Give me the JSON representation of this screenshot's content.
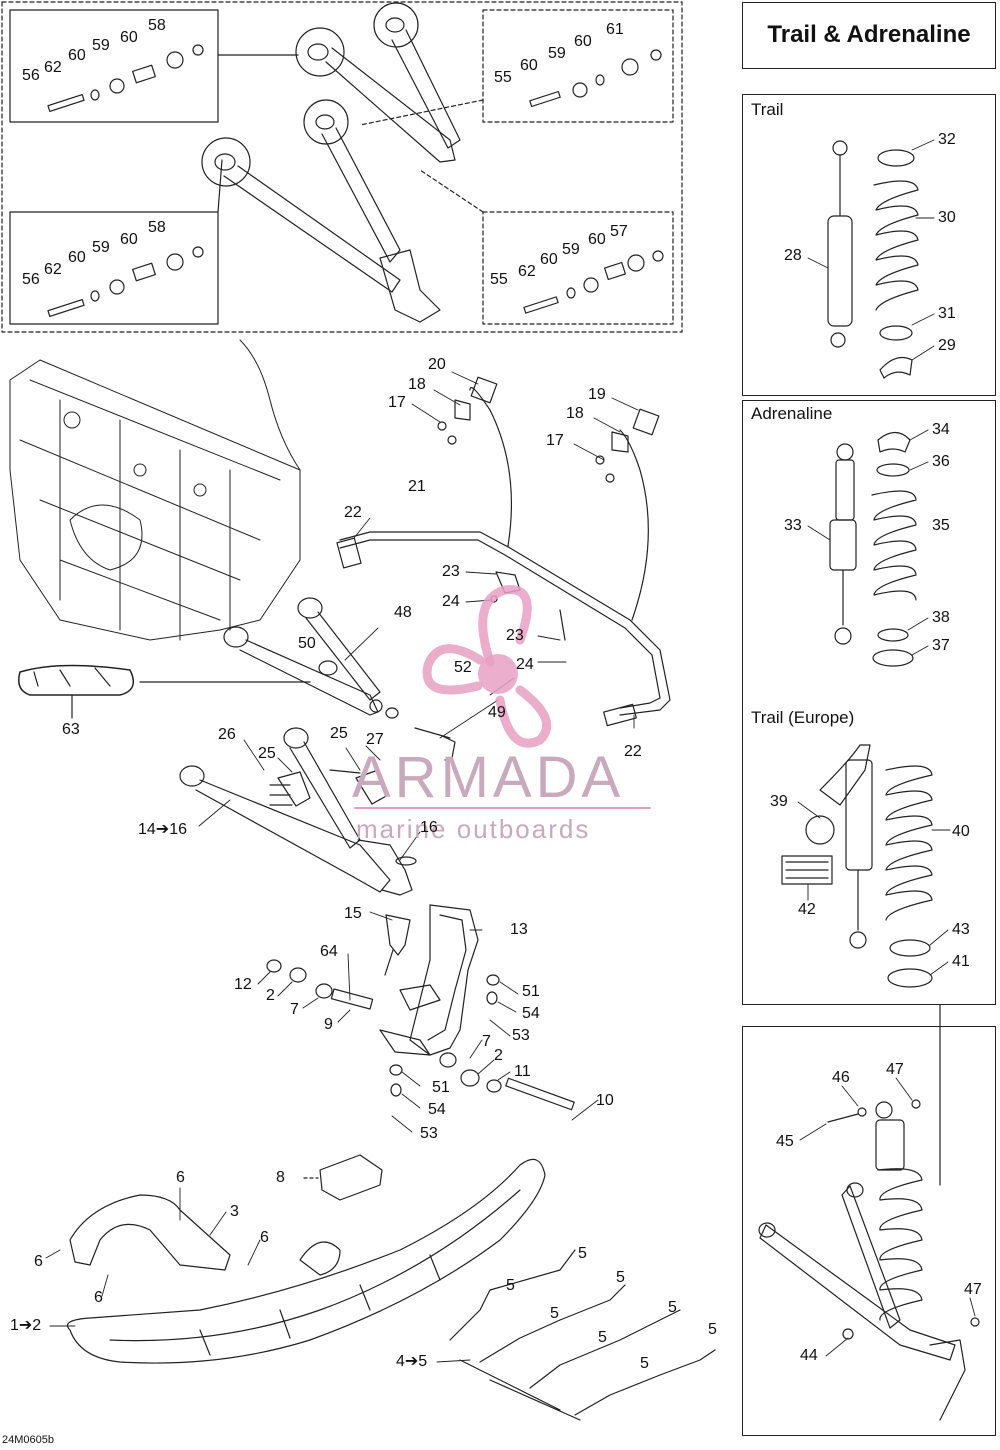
{
  "title": "Trail & Adrenaline",
  "sections": {
    "trail": "Trail",
    "adrenaline": "Adrenaline",
    "trail_europe": "Trail (Europe)"
  },
  "document_code": "24M0605b",
  "watermark": {
    "brand": "ARMADA",
    "tagline": "marine outboards",
    "color": "#e7a0c3"
  },
  "callouts": [
    {
      "id": "c58a",
      "text": "58"
    },
    {
      "id": "c60a",
      "text": "60"
    },
    {
      "id": "c59a",
      "text": "59"
    },
    {
      "id": "c60b",
      "text": "60"
    },
    {
      "id": "c62a",
      "text": "62"
    },
    {
      "id": "c56a",
      "text": "56"
    },
    {
      "id": "c61a",
      "text": "61"
    },
    {
      "id": "c60c",
      "text": "60"
    },
    {
      "id": "c59b",
      "text": "59"
    },
    {
      "id": "c60d",
      "text": "60"
    },
    {
      "id": "c55a",
      "text": "55"
    },
    {
      "id": "c58b",
      "text": "58"
    },
    {
      "id": "c60e",
      "text": "60"
    },
    {
      "id": "c59c",
      "text": "59"
    },
    {
      "id": "c60f",
      "text": "60"
    },
    {
      "id": "c62b",
      "text": "62"
    },
    {
      "id": "c56b",
      "text": "56"
    },
    {
      "id": "c57a",
      "text": "57"
    },
    {
      "id": "c60g",
      "text": "60"
    },
    {
      "id": "c59d",
      "text": "59"
    },
    {
      "id": "c60h",
      "text": "60"
    },
    {
      "id": "c62c",
      "text": "62"
    },
    {
      "id": "c55b",
      "text": "55"
    },
    {
      "id": "c20",
      "text": "20"
    },
    {
      "id": "c18a",
      "text": "18"
    },
    {
      "id": "c17a",
      "text": "17"
    },
    {
      "id": "c19",
      "text": "19"
    },
    {
      "id": "c18b",
      "text": "18"
    },
    {
      "id": "c17b",
      "text": "17"
    },
    {
      "id": "c21",
      "text": "21"
    },
    {
      "id": "c22a",
      "text": "22"
    },
    {
      "id": "c23a",
      "text": "23"
    },
    {
      "id": "c24a",
      "text": "24"
    },
    {
      "id": "c48",
      "text": "48"
    },
    {
      "id": "c23b",
      "text": "23"
    },
    {
      "id": "c24b",
      "text": "24"
    },
    {
      "id": "c50",
      "text": "50"
    },
    {
      "id": "c52",
      "text": "52"
    },
    {
      "id": "c63",
      "text": "63"
    },
    {
      "id": "c49",
      "text": "49"
    },
    {
      "id": "c22b",
      "text": "22"
    },
    {
      "id": "c26",
      "text": "26"
    },
    {
      "id": "c25a",
      "text": "25"
    },
    {
      "id": "c25b",
      "text": "25"
    },
    {
      "id": "c27",
      "text": "27"
    },
    {
      "id": "c1416",
      "text": "14➔16"
    },
    {
      "id": "c16",
      "text": "16"
    },
    {
      "id": "c15",
      "text": "15"
    },
    {
      "id": "c13",
      "text": "13"
    },
    {
      "id": "c64",
      "text": "64"
    },
    {
      "id": "c12",
      "text": "12"
    },
    {
      "id": "c2a",
      "text": "2"
    },
    {
      "id": "c7a",
      "text": "7"
    },
    {
      "id": "c51a",
      "text": "51"
    },
    {
      "id": "c54a",
      "text": "54"
    },
    {
      "id": "c9",
      "text": "9"
    },
    {
      "id": "c53a",
      "text": "53"
    },
    {
      "id": "c7b",
      "text": "7"
    },
    {
      "id": "c2b",
      "text": "2"
    },
    {
      "id": "c11",
      "text": "11"
    },
    {
      "id": "c51b",
      "text": "51"
    },
    {
      "id": "c54b",
      "text": "54"
    },
    {
      "id": "c10",
      "text": "10"
    },
    {
      "id": "c53b",
      "text": "53"
    },
    {
      "id": "c8",
      "text": "8"
    },
    {
      "id": "c6a",
      "text": "6"
    },
    {
      "id": "c3",
      "text": "3"
    },
    {
      "id": "c6b",
      "text": "6"
    },
    {
      "id": "c6c",
      "text": "6"
    },
    {
      "id": "c6d",
      "text": "6"
    },
    {
      "id": "c12r",
      "text": "1➔2"
    },
    {
      "id": "c5a",
      "text": "5"
    },
    {
      "id": "c5b",
      "text": "5"
    },
    {
      "id": "c5c",
      "text": "5"
    },
    {
      "id": "c5d",
      "text": "5"
    },
    {
      "id": "c5e",
      "text": "5"
    },
    {
      "id": "c5f",
      "text": "5"
    },
    {
      "id": "c5g",
      "text": "5"
    },
    {
      "id": "c45",
      "text": "4➔5"
    },
    {
      "id": "c5h",
      "text": "5"
    },
    {
      "id": "c32",
      "text": "32"
    },
    {
      "id": "c30",
      "text": "30"
    },
    {
      "id": "c28",
      "text": "28"
    },
    {
      "id": "c31",
      "text": "31"
    },
    {
      "id": "c29",
      "text": "29"
    },
    {
      "id": "c34",
      "text": "34"
    },
    {
      "id": "c36",
      "text": "36"
    },
    {
      "id": "c35",
      "text": "35"
    },
    {
      "id": "c33",
      "text": "33"
    },
    {
      "id": "c38",
      "text": "38"
    },
    {
      "id": "c37",
      "text": "37"
    },
    {
      "id": "c39",
      "text": "39"
    },
    {
      "id": "c40",
      "text": "40"
    },
    {
      "id": "c42",
      "text": "42"
    },
    {
      "id": "c43",
      "text": "43"
    },
    {
      "id": "c41",
      "text": "41"
    },
    {
      "id": "c46",
      "text": "46"
    },
    {
      "id": "c47a",
      "text": "47"
    },
    {
      "id": "c45b",
      "text": "45"
    },
    {
      "id": "c47b",
      "text": "47"
    },
    {
      "id": "c44",
      "text": "44"
    }
  ]
}
